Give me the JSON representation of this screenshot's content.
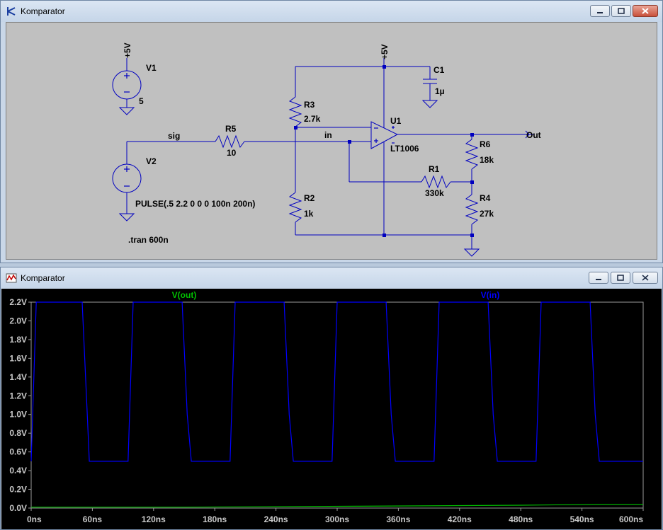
{
  "schematic_window": {
    "title": "Komparator",
    "labels": {
      "v1_net": "+5V",
      "v1_name": "V1",
      "v1_value": "5",
      "v2_name": "V2",
      "v2_value": "PULSE(.5 2.2 0 0 0 100n 200n)",
      "sig_net": "sig",
      "r5_name": "R5",
      "r5_value": "10",
      "in_net": "in",
      "r3_name": "R3",
      "r3_value": "2.7k",
      "r2_name": "R2",
      "r2_value": "1k",
      "u1_net": "+5V",
      "c1_name": "C1",
      "c1_value": "1µ",
      "u1_name": "U1",
      "u1_value": "LT1006",
      "out_net": "Out",
      "r6_name": "R6",
      "r6_value": "18k",
      "r1_name": "R1",
      "r1_value": "330k",
      "r4_name": "R4",
      "r4_value": "27k",
      "directive": ".tran 600n"
    }
  },
  "plot_window": {
    "title": "Komparator"
  },
  "chart_data": {
    "type": "line",
    "series": [
      {
        "name": "V(out)",
        "color": "#00c000",
        "x": [
          0,
          150,
          320,
          480,
          560,
          600
        ],
        "y": [
          0.01,
          0.01,
          0.02,
          0.03,
          0.04,
          0.04
        ]
      },
      {
        "name": "V(in)",
        "color": "#0000ff",
        "x": [
          0,
          5,
          50,
          55,
          57,
          95,
          100,
          148,
          153,
          157,
          195,
          200,
          248,
          253,
          257,
          295,
          300,
          348,
          353,
          357,
          395,
          400,
          448,
          453,
          457,
          495,
          500,
          548,
          553,
          557,
          600
        ],
        "y": [
          0.5,
          2.2,
          2.2,
          1.0,
          0.5,
          0.5,
          2.2,
          2.2,
          1.0,
          0.5,
          0.5,
          2.2,
          2.2,
          1.0,
          0.5,
          0.5,
          2.2,
          2.2,
          1.0,
          0.5,
          0.5,
          2.2,
          2.2,
          1.0,
          0.5,
          0.5,
          2.2,
          2.2,
          1.0,
          0.5,
          0.5
        ]
      }
    ],
    "x_ticks": [
      "0ns",
      "60ns",
      "120ns",
      "180ns",
      "240ns",
      "300ns",
      "360ns",
      "420ns",
      "480ns",
      "540ns",
      "600ns"
    ],
    "y_ticks": [
      "0.0V",
      "0.2V",
      "0.4V",
      "0.6V",
      "0.8V",
      "1.0V",
      "1.2V",
      "1.4V",
      "1.6V",
      "1.8V",
      "2.0V",
      "2.2V"
    ],
    "xlim": [
      0,
      600
    ],
    "ylim": [
      0,
      2.2
    ],
    "x_unit": "ns",
    "y_unit": "V",
    "grid": false
  }
}
